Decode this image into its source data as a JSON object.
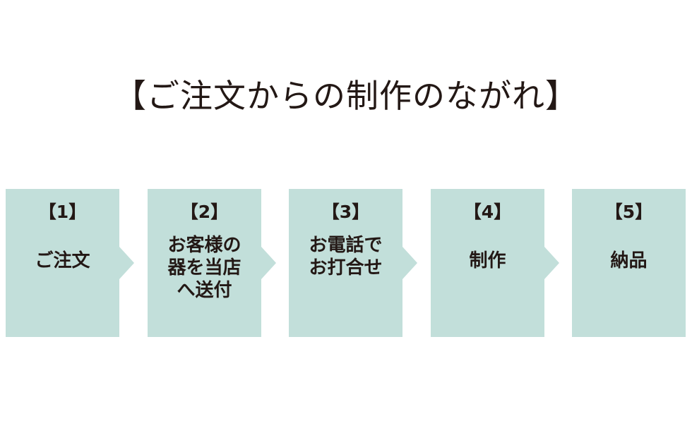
{
  "title": "【ご注文からの制作のながれ】",
  "colors": {
    "box": "#c2dfda",
    "text": "#231815",
    "background": "#ffffff"
  },
  "steps": [
    {
      "number": "【1】",
      "label_lines": [
        "ご注文"
      ]
    },
    {
      "number": "【2】",
      "label_lines": [
        "お客様の",
        "器を当店",
        "へ送付"
      ]
    },
    {
      "number": "【3】",
      "label_lines": [
        "お電話で",
        "お打合せ"
      ]
    },
    {
      "number": "【4】",
      "label_lines": [
        "制作"
      ]
    },
    {
      "number": "【5】",
      "label_lines": [
        "納品"
      ]
    }
  ]
}
